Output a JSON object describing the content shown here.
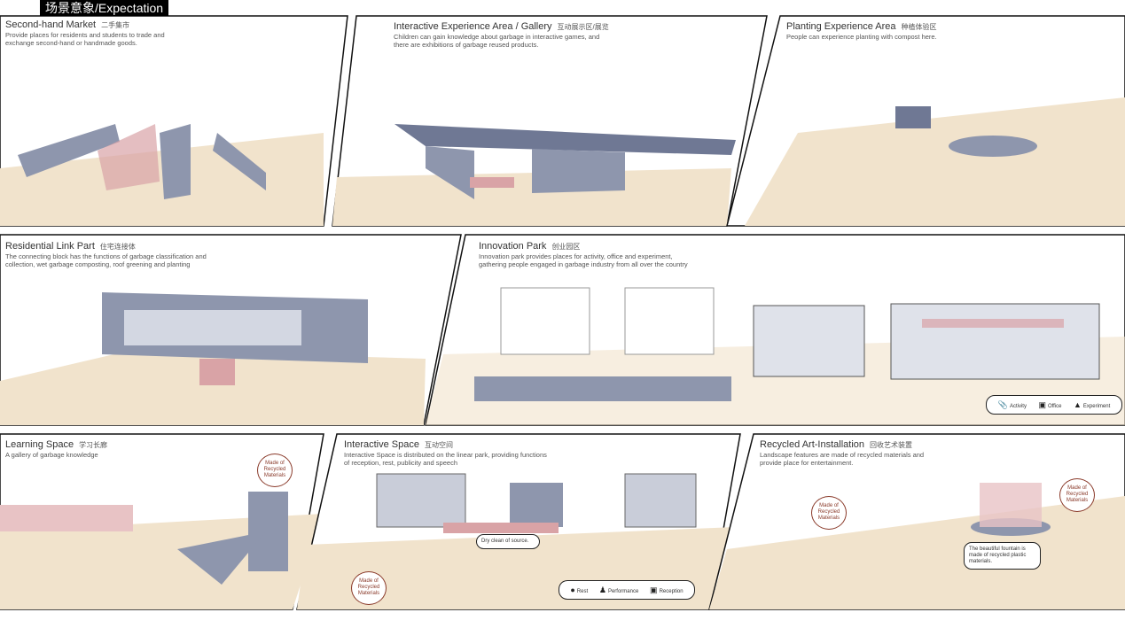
{
  "header": {
    "title": "场景意象/Expectation"
  },
  "panels": [
    {
      "title": "Second-hand Market",
      "zh": "二手集市",
      "desc": "Provide places for residents and students to trade and exchange second-hand or handmade goods."
    },
    {
      "title": "Interactive Experience Area / Gallery",
      "zh": "互动展示区/展览",
      "desc": "Children can gain knowledge about garbage in interactive games, and there are exhibitions of garbage reused products."
    },
    {
      "title": "Planting Experience Area",
      "zh": "种植体验区",
      "desc": "People can experience planting with compost here."
    },
    {
      "title": "Residential Link Part",
      "zh": "住宅连接体",
      "desc": "The connecting block has the functions of garbage classification and collection, wet garbage composting, roof greening and planting"
    },
    {
      "title": "Innovation Park",
      "zh": "创业园区",
      "desc": "Innovation park provides places for activity, office and experiment, gathering people engaged in garbage industry from all over the country"
    },
    {
      "title": "Learning Space",
      "zh": "学习长廊",
      "desc": "A gallery of garbage knowledge"
    },
    {
      "title": "Interactive Space",
      "zh": "互动空间",
      "desc": "Interactive Space is distributed on the linear park, providing functions of reception, rest, publicity and speech"
    },
    {
      "title": "Recycled Art-Installation",
      "zh": "回收艺术装置",
      "desc": "Landscape features are made of recycled materials and provide place for entertainment."
    }
  ],
  "bubbles": {
    "made_of_recycled": "Made of Recycled Materials",
    "dry_cleaning": "Dry clean of source.",
    "fountain": "The beautiful fountain is made of recycled plastic materials."
  },
  "legend_innovation": [
    "Activity",
    "Office",
    "Experiment"
  ],
  "legend_interactive": [
    "Rest",
    "Performance",
    "Reception"
  ],
  "colors": {
    "ground": "#f1e3cc",
    "building": "#8e96ad",
    "accent": "#d9a3a6",
    "frame": "#111111"
  }
}
